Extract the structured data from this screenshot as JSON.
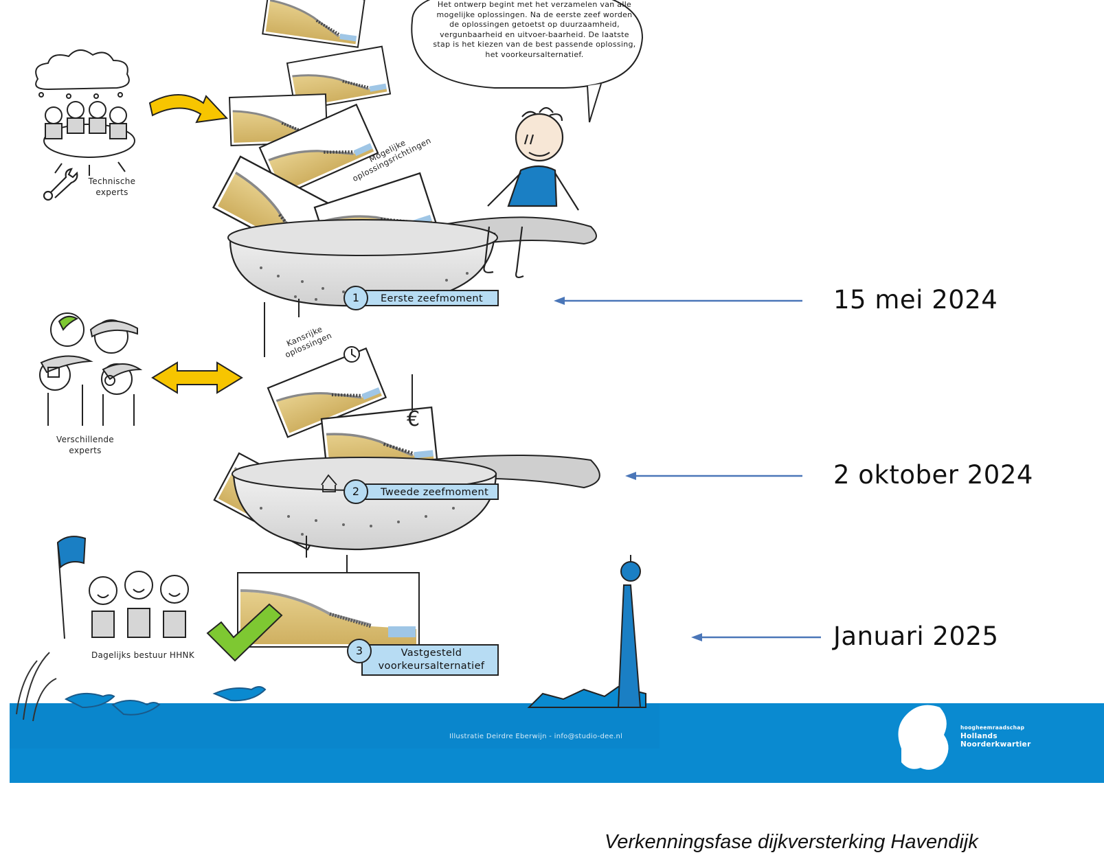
{
  "speech_bubble": {
    "text": "Het ontwerp begint met het verzamelen van alle mogelijke oplossingen. Na de eerste zeef worden de oplossingen getoetst op duurzaamheid, vergunbaarheid en uitvoer-baarheid. De laatste stap is het kiezen van de best passende oplossing, het voorkeursalternatief."
  },
  "experts": {
    "technical": "Technische experts",
    "various": "Verschillende experts",
    "board": "Dagelijks bestuur HHNK"
  },
  "cards_labels": {
    "possible": "Mogelijke oplossingsrichtingen",
    "promising": "Kansrijke oplossingen"
  },
  "steps": [
    {
      "number": "1",
      "label": "Eerste zeefmoment",
      "date": "15 mei 2024"
    },
    {
      "number": "2",
      "label": "Tweede zeefmoment",
      "date": "2 oktober 2024"
    },
    {
      "number": "3",
      "label": "Vastgesteld voorkeursalternatief",
      "date": "Januari 2025"
    }
  ],
  "credit": "Illustratie Deirdre Eberwijn - info@studio-dee.nl",
  "brand": {
    "line1": "hoogheemraadschap",
    "line2": "Hollands",
    "line3": "Noorderkwartier"
  },
  "caption": "Verkenningsfase dijkversterking Havendijk",
  "colors": {
    "water": "#0a8ad0",
    "arrow_blue": "#4a76b8",
    "label_fill": "#b7dcf3",
    "sand": "#dcc27a",
    "yellow_arrow": "#f7c500",
    "check_green": "#7ec832",
    "person_shirt": "#1a7fc4"
  }
}
